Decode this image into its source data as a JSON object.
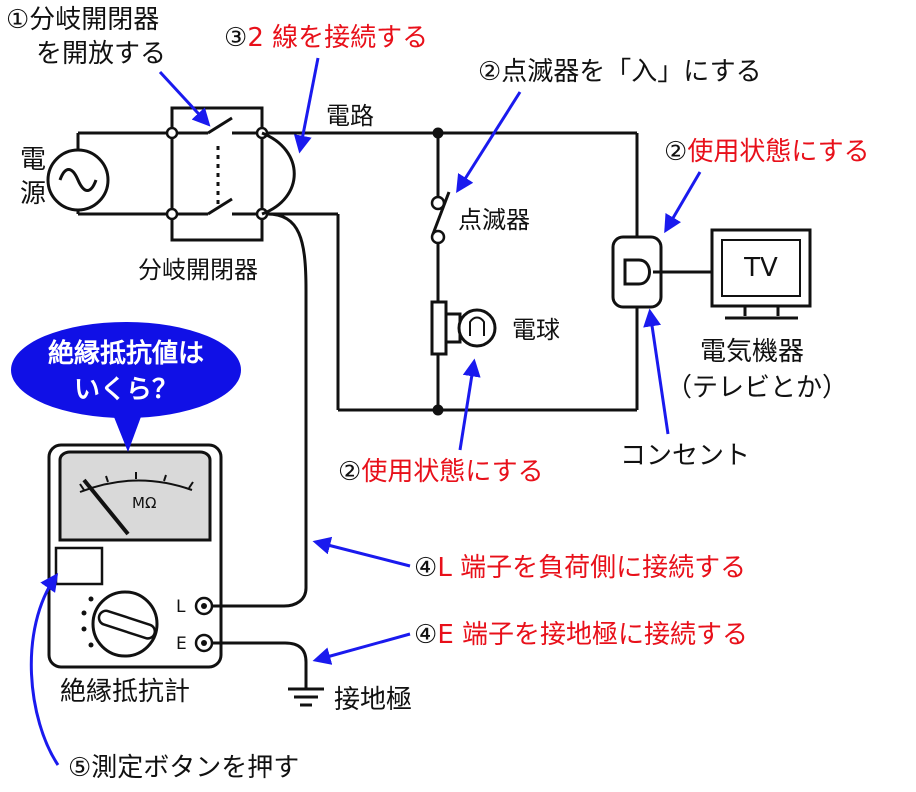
{
  "labels": {
    "step1_line1": "①分岐開閉器",
    "step1_line2": "を開放する",
    "step3_num": "③",
    "step3_text": "2 線を接続する",
    "step2_flasher": "②点滅器を「入」にする",
    "circuit_label": "電路",
    "step2_use_right_num": "②",
    "step2_use_right_text": "使用状態にする",
    "power_char1": "電",
    "power_char2": "源",
    "branch_breaker": "分岐開閉器",
    "flasher": "点滅器",
    "bulb": "電球",
    "tv": "TV",
    "appliance_line1": "電気機器",
    "appliance_line2": "（テレビとか）",
    "outlet": "コンセント",
    "step2_use_bottom_num": "②",
    "step2_use_bottom_text": "使用状態にする",
    "bubble_line1": "絶縁抵抗値は",
    "bubble_line2": "いくら？",
    "meter_unit": "MΩ",
    "terminal_l": "L",
    "terminal_e": "E",
    "step4l_num": "④",
    "step4l_text": "L 端子を負荷側に接続する",
    "step4e_num": "④",
    "step4e_text": "E 端子を接地極に接続する",
    "meter_name": "絶縁抵抗計",
    "ground": "接地極",
    "step5": "⑤測定ボタンを押す"
  },
  "colors": {
    "line": "#111111",
    "arrow": "#1a1aee",
    "red_text": "#e8101a",
    "bubble": "#1010e6",
    "meter_face": "#d9d9d9"
  }
}
